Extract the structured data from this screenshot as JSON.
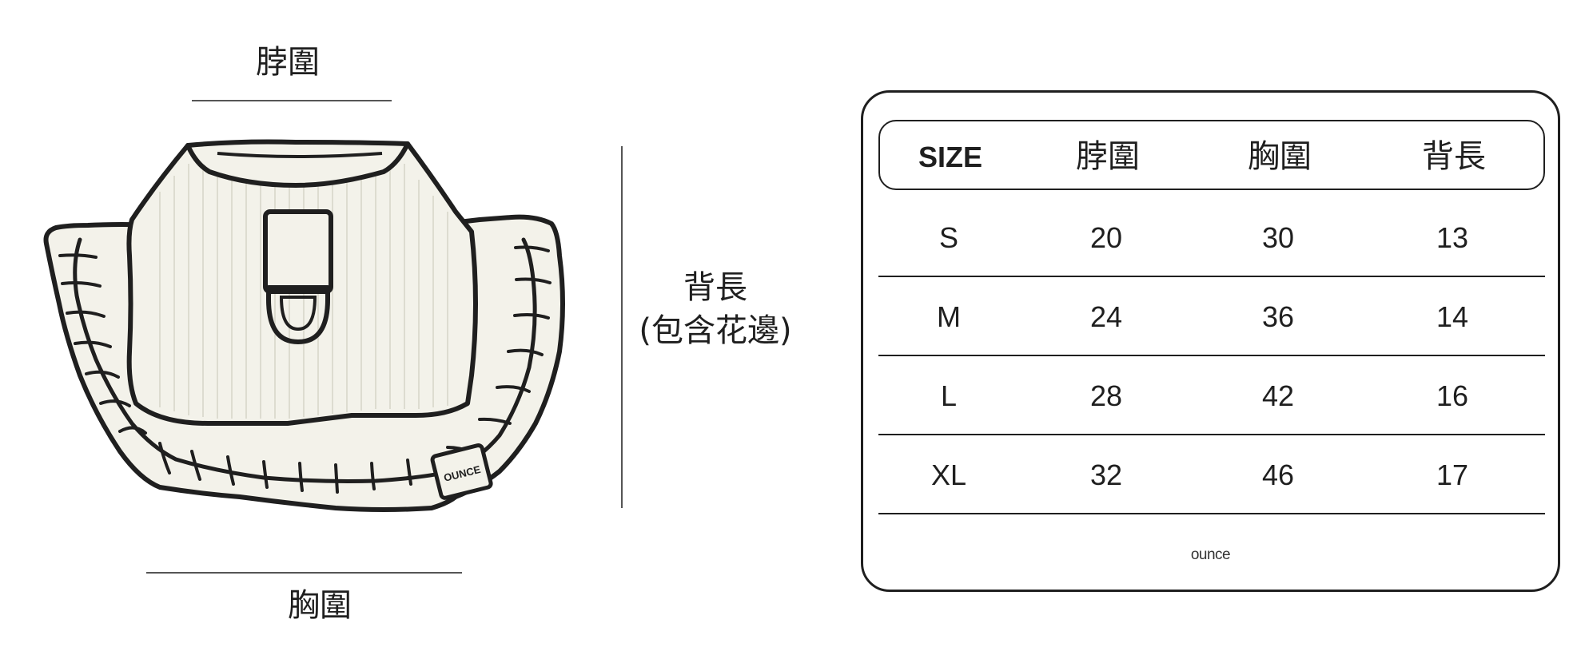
{
  "diagram": {
    "neck_label": "脖圍",
    "chest_label": "胸圍",
    "back_label": "背長",
    "back_note": "(包含花邊)",
    "tag_text": "OUNCE",
    "icons": [
      "harness-dress-illustration",
      "d-ring-icon"
    ]
  },
  "size_table": {
    "headers": [
      "SIZE",
      "脖圍",
      "胸圍",
      "背長"
    ],
    "rows": [
      [
        "S",
        "20",
        "30",
        "13"
      ],
      [
        "M",
        "24",
        "36",
        "14"
      ],
      [
        "L",
        "28",
        "42",
        "16"
      ],
      [
        "XL",
        "32",
        "46",
        "17"
      ]
    ],
    "brand": "ounce"
  },
  "colors": {
    "line": "#1f1f1f",
    "fabric": "#f3f2ea",
    "background": "#ffffff"
  }
}
